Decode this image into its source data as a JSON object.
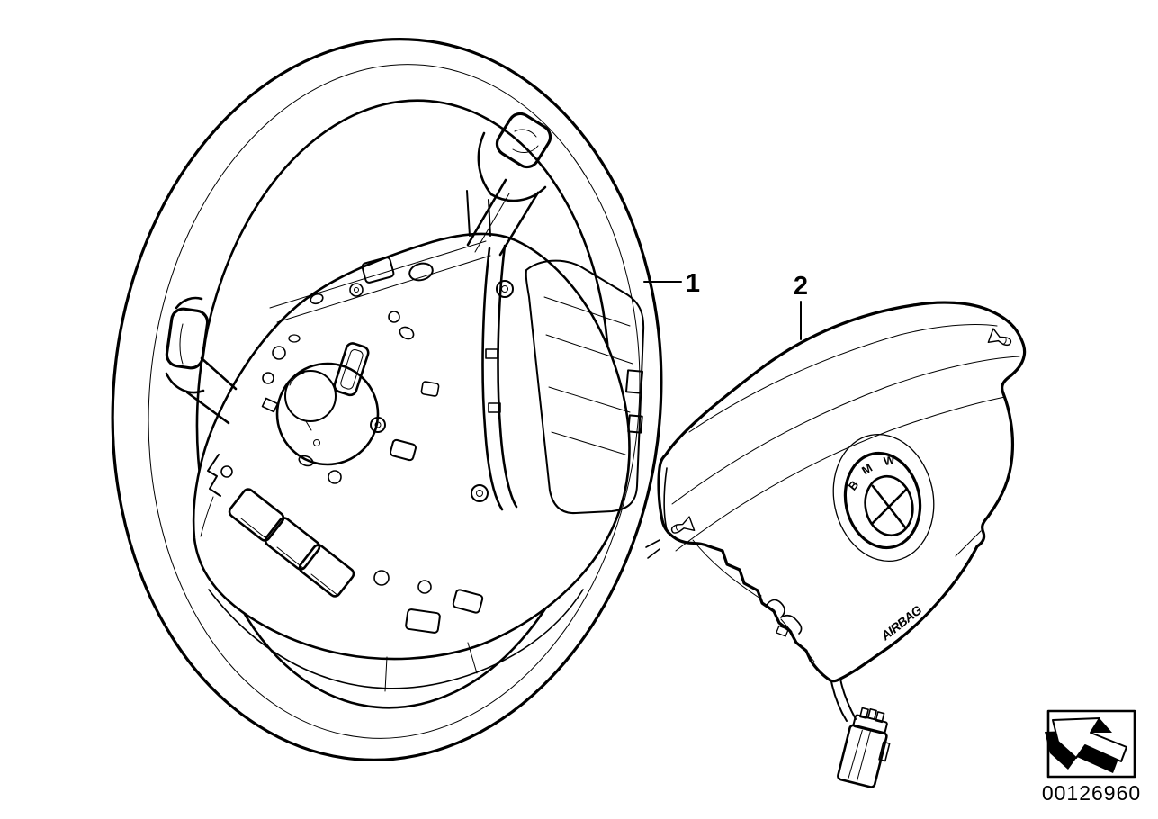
{
  "page": {
    "background": "#ffffff",
    "line_color": "#000000"
  },
  "callouts": [
    {
      "number": "1"
    },
    {
      "number": "2"
    }
  ],
  "airbag": {
    "logo_letters": [
      "B",
      "M",
      "W"
    ],
    "lettering": "AIRBAG"
  },
  "icons": {
    "horn": "horn-icon",
    "roundel": "bmw-roundel-icon",
    "arrow": "supersession-arrow-icon"
  },
  "footer": {
    "document_number": "00126960"
  }
}
